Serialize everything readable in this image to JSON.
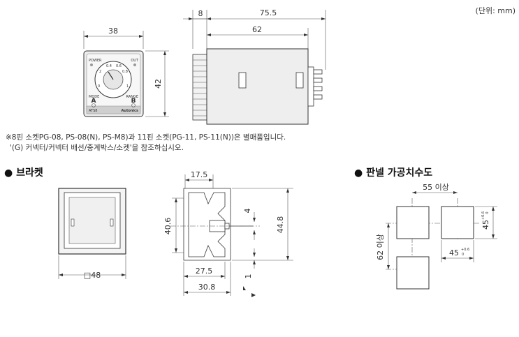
{
  "unit_note": "(단위: mm)",
  "top_view": {
    "width_dim": "38",
    "height_dim": "42",
    "front_panel": {
      "power_label": "POWER",
      "out_label": "OUT",
      "mode_label": "MODE",
      "range_label": "RANGE",
      "mode_value": "A",
      "range_value": "B",
      "dial_numbers": [
        "0",
        "2",
        "0.4",
        "0.6",
        "0.8",
        "1"
      ],
      "model": "ATS8",
      "brand": "Autonics"
    }
  },
  "side_view": {
    "flange_dim": "8",
    "total_dim": "75.5",
    "body_dim": "62"
  },
  "notes": [
    "※8핀 소켓PG-08, PS-08(N), PS-M8)과 11핀 소켓(PG-11, PS-11(N))은 별매품입니다.",
    "'(G) 커넥터/커넥터 배선/중계박스/소켓'을 참조하십시오."
  ],
  "bracket": {
    "title": "● 브라켓",
    "front_dim": "□48",
    "dims": {
      "top": "17.5",
      "left_height": "40.6",
      "right_height": "44.8",
      "small_upper": "4",
      "small_lower": "1",
      "bottom_inner": "27.5",
      "bottom_outer": "30.8"
    }
  },
  "panel_cut": {
    "title": "● 판넬 가공치수도",
    "horizontal_pitch": "55 이상",
    "vertical_pitch": "62 이상",
    "cut_width": "45",
    "cut_height": "45",
    "tol_plus": "+0.6",
    "tol_zero": "0"
  }
}
